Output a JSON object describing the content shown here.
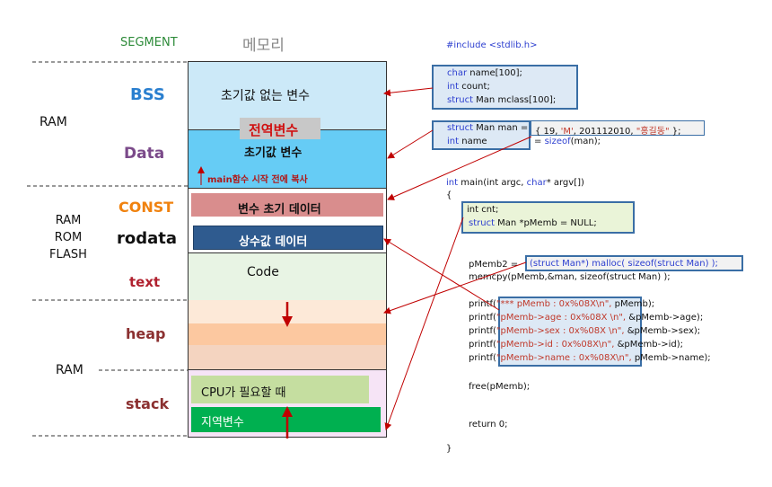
{
  "headers": {
    "segment": "SEGMENT",
    "memory": "메모리"
  },
  "colors": {
    "bss": "#cce9f8",
    "data": "#66ccf5",
    "const": "#d98d8d",
    "rodata": "#2f5b8f",
    "heap": "#fbe0c6",
    "stack": "#c5dea0",
    "local": "#00b050",
    "arrow": "#c00000"
  },
  "left_labels": {
    "ram_top": "RAM",
    "ram_rom_flash": [
      "RAM",
      "ROM",
      "FLASH"
    ],
    "ram_bottom": "RAM"
  },
  "segments": {
    "bss": "BSS",
    "data": "Data",
    "const": "CONST",
    "rodata": "rodata",
    "text": "text",
    "heap": "heap",
    "stack": "stack"
  },
  "regions": {
    "bss_content": "초기값 없는 변수",
    "global_var": "전역변수",
    "data_content": "초기값 변수",
    "copy_note": "main함수 시작 전에 복사",
    "const_content": "변수 초기 데이터",
    "rodata_content": "상수값 데이터",
    "code": "Code",
    "stack_cpu": "CPU가 필요할 때",
    "stack_local": "지역변수"
  },
  "code": {
    "include": "#include <stdlib.h>",
    "bss_box": [
      {
        "kw": "char",
        "rest": " name[100];"
      },
      {
        "kw": "int",
        "rest": "  count;"
      },
      {
        "kw": "struct",
        "rest": " Man mclass[100];"
      }
    ],
    "data_box": [
      {
        "kw": "struct",
        "rest": " Man man ="
      },
      {
        "kw": "int",
        "rest": " name"
      }
    ],
    "data_init_1": "{ 19, ",
    "data_init_str1": "'M'",
    "data_init_2": ", 201112010, ",
    "data_init_str2": "\"홍길동\"",
    "data_init_3": " };",
    "sizeof_line_kw": "sizeof",
    "sizeof_line_rest": "(man);",
    "eq": "=",
    "main_kw": "int",
    "main_rest": " main(int argc, ",
    "main_kw2": "char",
    "main_rest2": "* argv[])",
    "open_brace": "{",
    "local_box": [
      {
        "kw": "",
        "rest": "int cnt;"
      },
      {
        "kw": "struct",
        "rest": " Man *pMemb = NULL;"
      }
    ],
    "malloc_prefix": "pMemb2 =",
    "malloc_box": "(struct Man*) malloc( sizeof(struct Man) );",
    "memcpy_line": "memcpy(pMemb,&man, sizeof(struct Man) );",
    "printf_prefix": "printf(",
    "printf_strings": [
      "\"*** pMemb : 0x%08X\\n\",",
      "\"pMemb->age : 0x%08X \\n\",",
      "\"pMemb->sex : 0x%08X \\n\",",
      "\"pMemb->id  : 0x%08X\\n\",",
      "\"pMemb->name : 0x%08X\\n\","
    ],
    "printf_args": [
      " pMemb);",
      "  &pMemb->age);",
      "  &pMemb->sex);",
      " &pMemb->id);",
      " pMemb->name);"
    ],
    "free_line": "free(pMemb);",
    "return_line": "return 0;",
    "close_brace": "}"
  }
}
